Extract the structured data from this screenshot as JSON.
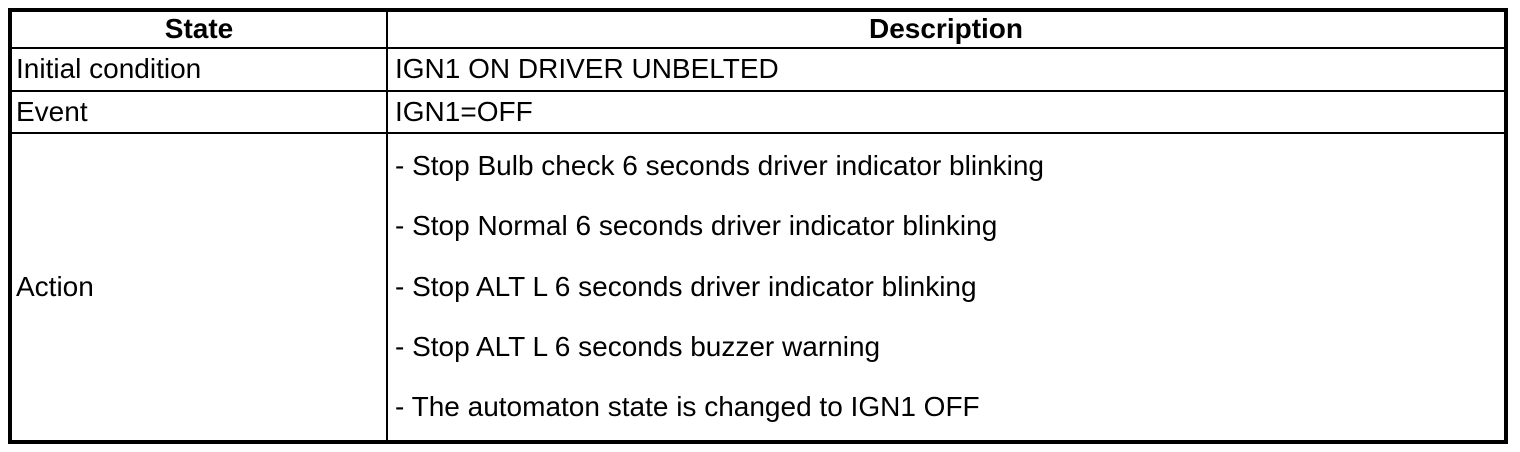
{
  "table": {
    "header": {
      "state": "State",
      "description": "Description"
    },
    "rows": [
      {
        "state": "Initial condition",
        "description": "IGN1 ON DRIVER UNBELTED"
      },
      {
        "state": "Event",
        "description": "IGN1=OFF"
      },
      {
        "state": "Action",
        "lines": [
          "- Stop Bulb check 6 seconds driver indicator blinking",
          "- Stop Normal 6 seconds driver indicator blinking",
          "- Stop ALT L 6 seconds driver indicator blinking",
          "- Stop ALT L 6 seconds buzzer warning",
          "- The automaton state is changed to IGN1 OFF"
        ]
      }
    ],
    "colors": {
      "border": "#000000",
      "text": "#000000",
      "background": "#ffffff"
    }
  }
}
